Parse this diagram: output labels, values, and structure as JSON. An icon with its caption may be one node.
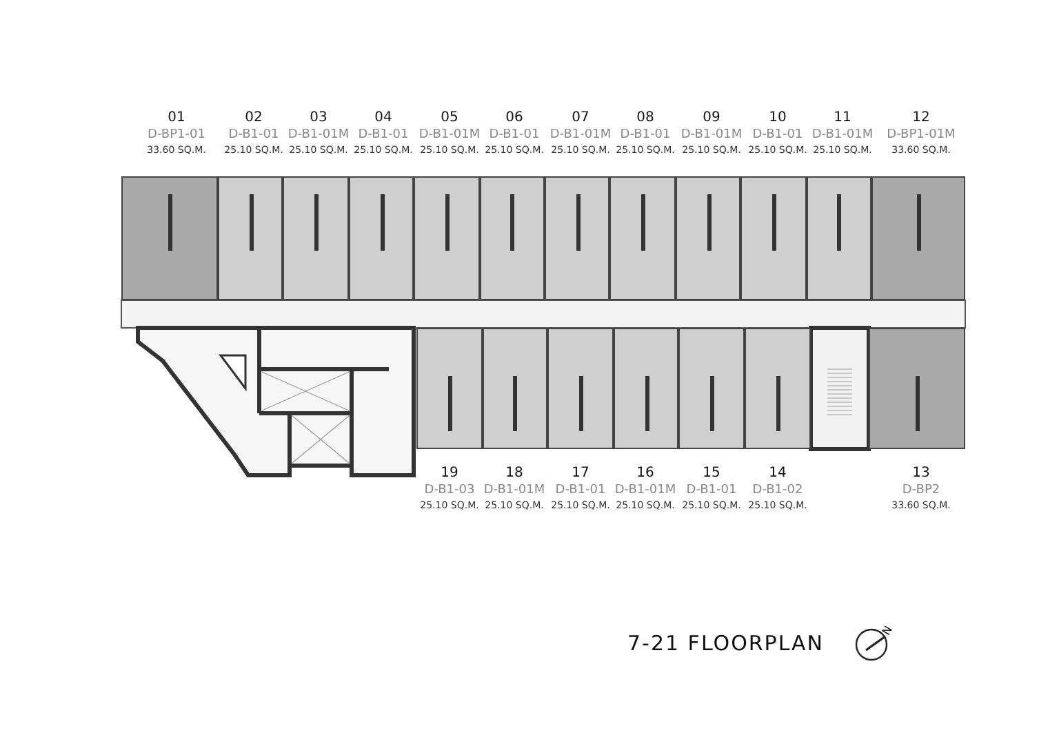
{
  "diagram": {
    "title": "7-21 FLOORPLAN",
    "nodes": [
      {
        "text": [
          "01",
          "D-BP1-01",
          "33.60 SQ.M."
        ]
      },
      {
        "text": [
          "02",
          "D-B1-01",
          "25.10 SQ.M."
        ]
      },
      {
        "text": [
          "03",
          "D-B1-01M",
          "25.10 SQ.M."
        ]
      },
      {
        "text": [
          "04",
          "D-B1-01",
          "25.10 SQ.M."
        ]
      },
      {
        "text": [
          "05",
          "D-B1-01M",
          "25.10 SQ.M."
        ]
      },
      {
        "text": [
          "06",
          "D-B1-01",
          "25.10 SQ.M."
        ]
      },
      {
        "text": [
          "07",
          "D-B1-01M",
          "25.10 SQ.M."
        ]
      },
      {
        "text": [
          "08",
          "D-B1-01",
          "25.10 SQ.M."
        ]
      },
      {
        "text": [
          "09",
          "D-B1-01M",
          "25.10 SQ.M."
        ]
      },
      {
        "text": [
          "10",
          "D-B1-01",
          "25.10 SQ.M."
        ]
      },
      {
        "text": [
          "11",
          "D-B1-01M",
          "25.10 SQ.M."
        ]
      },
      {
        "text": [
          "12",
          "D-BP1-01M",
          "33.60 SQ.M."
        ]
      },
      {
        "text": [
          "19",
          "D-B1-03",
          "25.10 SQ.M."
        ]
      },
      {
        "text": [
          "18",
          "D-B1-01M",
          "25.10 SQ.M."
        ]
      },
      {
        "text": [
          "17",
          "D-B1-01",
          "25.10 SQ.M."
        ]
      },
      {
        "text": [
          "16",
          "D-B1-01M",
          "25.10 SQ.M."
        ]
      },
      {
        "text": [
          "15",
          "D-B1-01",
          "25.10 SQ.M."
        ]
      },
      {
        "text": [
          "14",
          "D-B1-02",
          "25.10 SQ.M."
        ]
      },
      {
        "text": [
          "13",
          "D-BP2",
          "33.60 SQ.M."
        ]
      }
    ],
    "edges": [],
    "labels": [
      "N"
    ]
  }
}
